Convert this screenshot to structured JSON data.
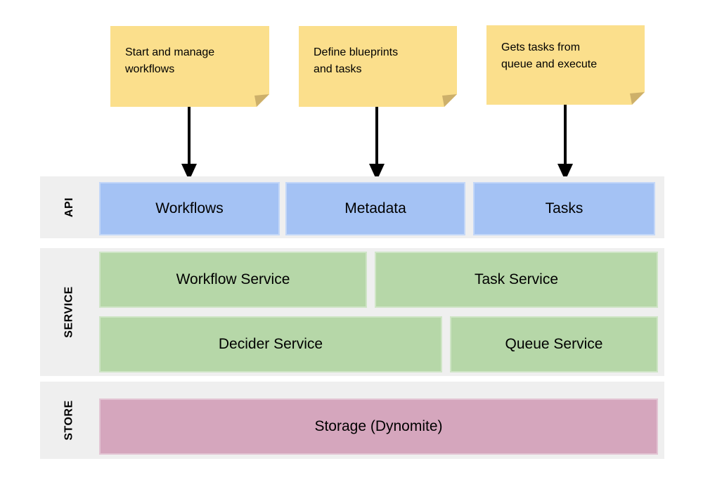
{
  "colors": {
    "background": "#ffffff",
    "band": "#efefef",
    "note": "#fbdf8c",
    "note_fold": "#cdb06a",
    "api_box": "#a4c2f4",
    "service_box": "#b6d7a8",
    "store_box": "#d5a6bd",
    "arrow": "#000000",
    "text": "#000000"
  },
  "notes": [
    {
      "text": "Start and manage\nworkflows"
    },
    {
      "text": "Define blueprints\nand tasks"
    },
    {
      "text": "Gets tasks from\nqueue and execute"
    }
  ],
  "bands": {
    "api": {
      "label": "API",
      "boxes": [
        {
          "label": "Workflows"
        },
        {
          "label": "Metadata"
        },
        {
          "label": "Tasks"
        }
      ]
    },
    "service": {
      "label": "SERVICE",
      "rows": [
        [
          {
            "label": "Workflow Service"
          },
          {
            "label": "Task Service"
          }
        ],
        [
          {
            "label": "Decider Service"
          },
          {
            "label": "Queue Service"
          }
        ]
      ]
    },
    "store": {
      "label": "STORE",
      "boxes": [
        {
          "label": "Storage (Dynomite)"
        }
      ]
    }
  }
}
